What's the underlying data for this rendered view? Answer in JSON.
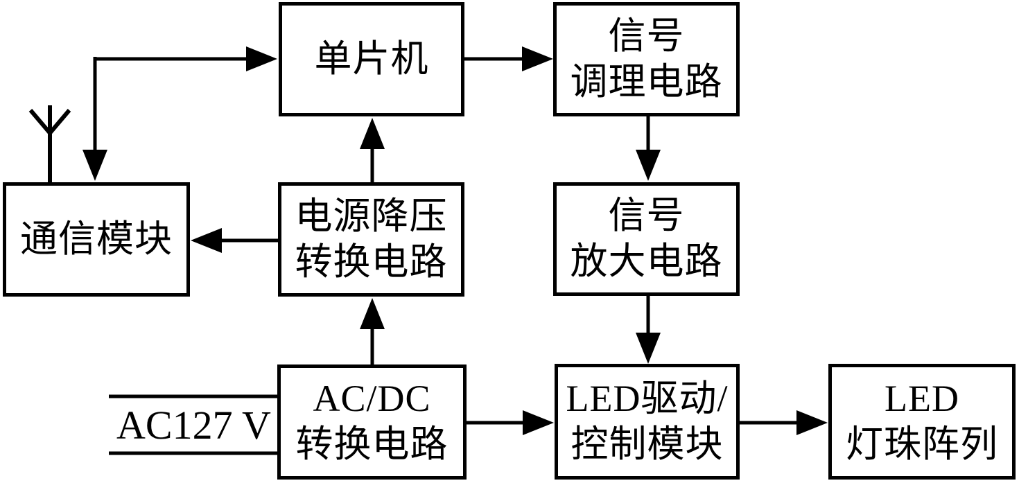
{
  "diagram": {
    "type": "block-diagram",
    "background_color": "#ffffff",
    "line_color": "#000000"
  },
  "blocks": {
    "mcu": "单片机",
    "signal_conditioning": "信号\n调理电路",
    "communication": "通信模块",
    "power_buck": "电源降压\n转换电路",
    "signal_amplifier": "信号\n放大电路",
    "acdc_converter": "AC/DC\n转换电路",
    "led_driver": "LED驱动/\n控制模块",
    "led_array": "LED\n灯珠阵列"
  },
  "labels": {
    "ac_input": "AC127 V"
  },
  "icons": {
    "antenna": "antenna-icon"
  },
  "connections": [
    {
      "from": "communication",
      "to": "mcu",
      "style": "L-shaped, arrowheads into both mcu and communication"
    },
    {
      "from": "mcu",
      "to": "signal_conditioning",
      "style": "arrow right"
    },
    {
      "from": "signal_conditioning",
      "to": "signal_amplifier",
      "style": "arrow down"
    },
    {
      "from": "signal_amplifier",
      "to": "led_driver",
      "style": "arrow down"
    },
    {
      "from": "power_buck",
      "to": "mcu",
      "style": "arrow up"
    },
    {
      "from": "power_buck",
      "to": "communication",
      "style": "arrow left"
    },
    {
      "from": "acdc_converter",
      "to": "power_buck",
      "style": "arrow up"
    },
    {
      "from": "acdc_converter",
      "to": "led_driver",
      "style": "arrow right"
    },
    {
      "from": "led_driver",
      "to": "led_array",
      "style": "arrow right"
    },
    {
      "from": "ac_input",
      "to": "acdc_converter",
      "style": "two parallel lines"
    },
    {
      "from": "antenna",
      "to": "communication",
      "style": "antenna symbol on top edge"
    }
  ]
}
